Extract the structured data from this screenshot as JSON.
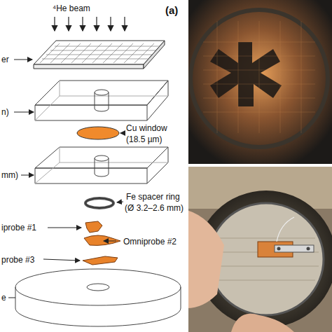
{
  "diagram": {
    "labels": [
      "⁴He beam",
      "(a)",
      "er",
      "n)",
      "Cu window",
      "(18.5 µm)",
      "mm)",
      "Fe spacer ring",
      "(Ø 3.2–2.6 mm)",
      "iprobe #1",
      "Omniprobe #2",
      "probe #3",
      "e"
    ]
  }
}
